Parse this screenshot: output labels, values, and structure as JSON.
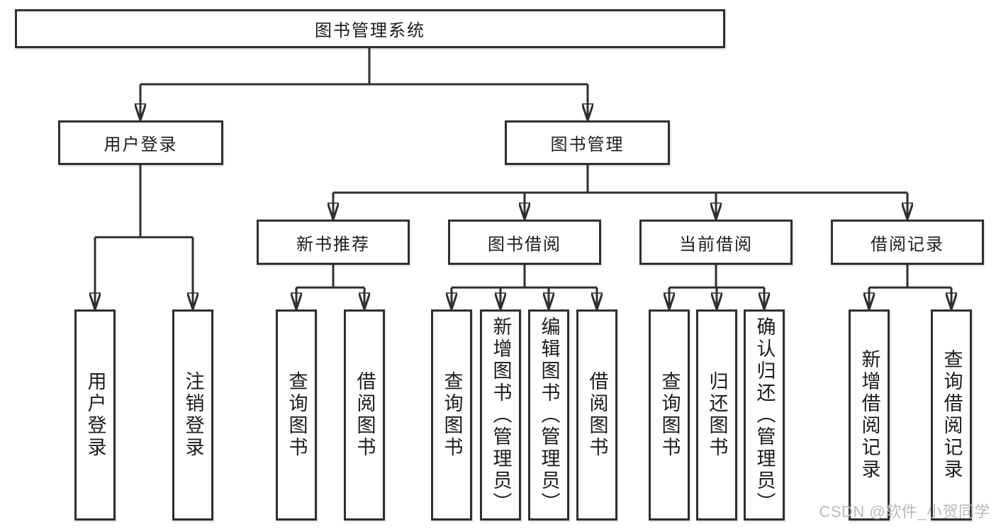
{
  "diagram": {
    "root": {
      "label": "图书管理系统"
    },
    "branches": [
      {
        "label": "用户登录",
        "children": [
          {
            "label": "用户登录"
          },
          {
            "label": "注销登录"
          }
        ]
      },
      {
        "label": "图书管理",
        "children": [
          {
            "label": "新书推荐",
            "children": [
              {
                "label": "查询图书"
              },
              {
                "label": "借阅图书"
              }
            ]
          },
          {
            "label": "图书借阅",
            "children": [
              {
                "label": "查询图书"
              },
              {
                "label": "新增图书（管理员）"
              },
              {
                "label": "编辑图书（管理员）"
              },
              {
                "label": "借阅图书"
              }
            ]
          },
          {
            "label": "当前借阅",
            "children": [
              {
                "label": "查询图书"
              },
              {
                "label": "归还图书"
              },
              {
                "label": "确认归还（管理员）"
              }
            ]
          },
          {
            "label": "借阅记录",
            "children": [
              {
                "label": "新增借阅记录"
              },
              {
                "label": "查询借阅记录"
              }
            ]
          }
        ]
      }
    ]
  },
  "watermark": "CSDN @软件_小贺同学",
  "colors": {
    "line": "#2f2f2f",
    "text": "#1c1c1c",
    "background": "#ffffff",
    "watermark": "#b9b9b9"
  }
}
